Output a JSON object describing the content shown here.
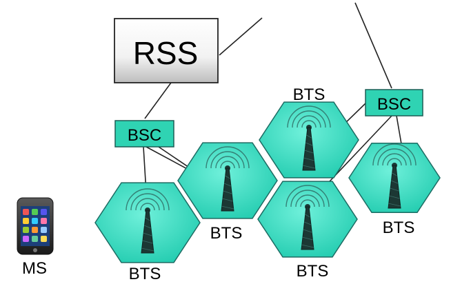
{
  "rss": {
    "label": "RSS"
  },
  "bsc_left": {
    "label": "BSC"
  },
  "bsc_right": {
    "label": "BSC"
  },
  "bts_labels": {
    "top": "BTS",
    "middle": "BTS",
    "right": "BTS",
    "bottom_left": "BTS",
    "bottom_center": "BTS"
  },
  "ms": {
    "label": "MS"
  },
  "colors": {
    "cell_fill": "#33e0c4",
    "cell_stroke": "#1c6b62",
    "bsc_fill": "#2fd3b3",
    "rss_fill": "#ffffff",
    "link": "#222222"
  }
}
